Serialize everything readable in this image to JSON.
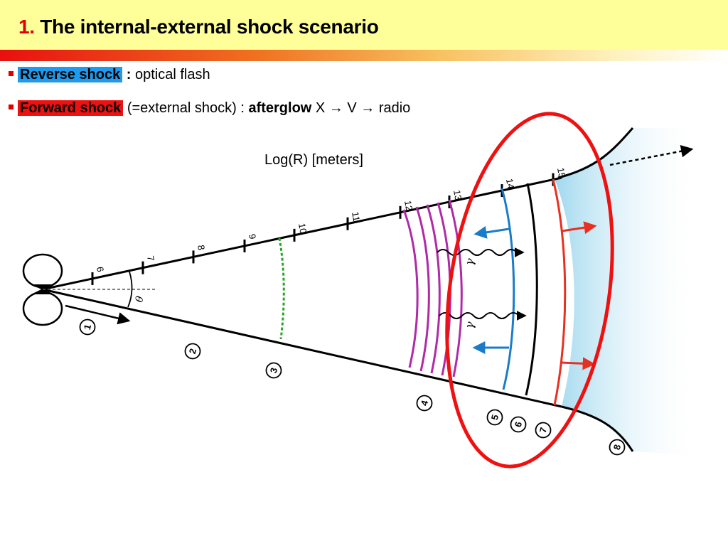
{
  "slide": {
    "title_number": "1.",
    "title_text": " The internal-external shock scenario"
  },
  "bullets": [
    {
      "highlight": "Reverse shock",
      "highlight_color": "#1e9bef",
      "colon": " :",
      "rest": " optical flash"
    },
    {
      "highlight": "Forward shock",
      "highlight_color": "#ee1111",
      "mid": " (=external shock) : ",
      "bold": "afterglow",
      "rest": " X → V → radio"
    }
  ],
  "diagram": {
    "axis_label": "Log(R) [meters]",
    "tick_labels": [
      "6",
      "7",
      "8",
      "9",
      "10",
      "11",
      "12",
      "13",
      "14",
      "15"
    ],
    "angle_label": "θ",
    "photon_label": "γ",
    "stage_labels": [
      "1",
      "2",
      "3",
      "4",
      "5",
      "6",
      "7",
      "8"
    ],
    "colors": {
      "reverse_shock": "#1a7cc8",
      "forward_shock": "#e83020",
      "internal_shells": "#b02aa8",
      "dashed_front": "#2aa52a",
      "highlight_ellipse": "#ee1111",
      "afterglow_region": "#aee0f0"
    }
  }
}
